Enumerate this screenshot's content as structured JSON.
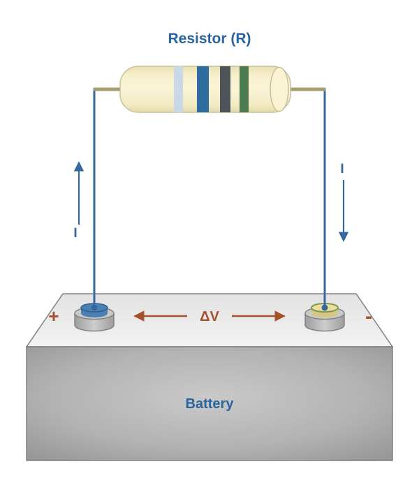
{
  "labels": {
    "title": "Resistor (R)",
    "battery": "Battery",
    "delta_v": "ΔV",
    "plus": "+",
    "minus": "-",
    "current": "I"
  },
  "colors": {
    "label_blue": "#2a649c",
    "wire_blue": "#35689e",
    "annotation_brown": "#a5522c",
    "resistor_body": "#f6efca",
    "resistor_cap": "#f9f3d4",
    "resistor_outline": "#c9c09a",
    "band_pale_blue": "#c8d8e6",
    "band_dark_blue": "#2e6b9e",
    "band_dark_gray": "#4d5357",
    "band_green": "#4c7b4f",
    "lead_tan": "#a79f72",
    "battery_top": "#ededed",
    "battery_front": "#aaaaaa",
    "battery_outline": "#808080",
    "terminal_gray": "#b5b5b5",
    "terminal_outline": "#7b7b7b",
    "terminal_left_cap": "#4b80b4",
    "terminal_left_cap_rim": "#2d5f8e",
    "terminal_right_cap": "#eede9d",
    "terminal_right_cap_rim": "#7d9a52"
  }
}
